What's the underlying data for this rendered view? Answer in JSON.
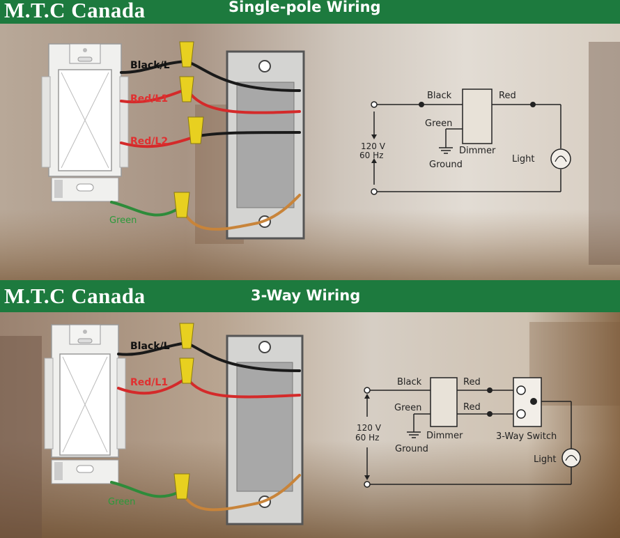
{
  "panels": [
    {
      "brand": "M.T.C Canada",
      "title": "Single-pole Wiring",
      "wire_labels": {
        "black": "Black/L",
        "red1": "Red/L1",
        "red2": "Red/L2",
        "green": "Green"
      },
      "schematic": {
        "black": "Black",
        "red": "Red",
        "green": "Green",
        "dimmer": "Dimmer",
        "ground": "Ground",
        "voltage": "120 V",
        "frequency": "60 Hz",
        "light": "Light"
      }
    },
    {
      "brand": "M.T.C Canada",
      "title": "3-Way Wiring",
      "wire_labels": {
        "black": "Black/L",
        "red1": "Red/L1",
        "green": "Green"
      },
      "schematic": {
        "black": "Black",
        "red_top": "Red",
        "red_bottom": "Red",
        "green": "Green",
        "dimmer": "Dimmer",
        "ground": "Ground",
        "voltage": "120 V",
        "frequency": "60 Hz",
        "switch": "3-Way Switch",
        "light": "Light"
      }
    }
  ],
  "colors": {
    "header": "#1d7a3e",
    "black_wire": "#1a1a1a",
    "red_wire": "#d42a2a",
    "green_wire": "#2e8b3a",
    "ground_wire": "#c8843a",
    "wire_nut": "#e8d020",
    "red_label": "#e03030",
    "green_label": "#2a9a3a"
  }
}
